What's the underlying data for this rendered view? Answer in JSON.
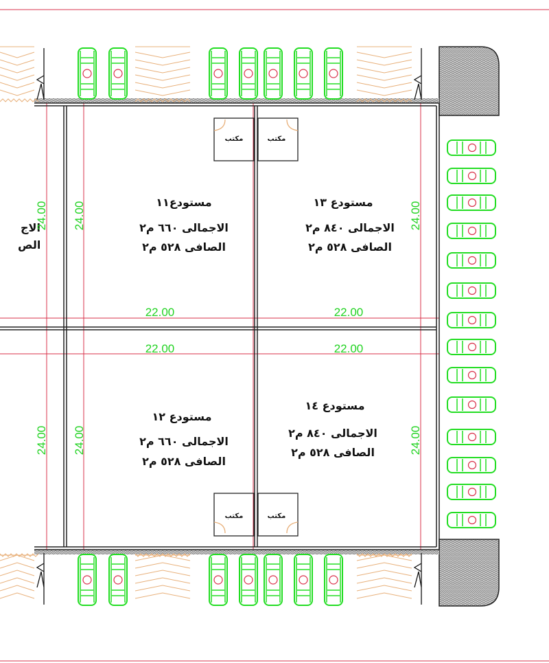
{
  "colors": {
    "wall": "#222222",
    "grid_line": "#d9304a",
    "dimension": "#22d322",
    "car": "#22dd22",
    "ramp": "#e8b07a",
    "hatch": "#9a9a9a"
  },
  "warehouses": [
    {
      "name": "مستودع١١",
      "gross": "الاجمالى  ٦٦٠ م٢",
      "net": "الصافى  ٥٢٨ م٢"
    },
    {
      "name": "مستودع ١٣",
      "gross": "الاجمالى ٨٤٠ م٢",
      "net": "الصافى  ٥٢٨ م٢"
    },
    {
      "name": "مستودع ١٢",
      "gross": "الاجمالى  ٦٦٠ م٢",
      "net": "الصافى  ٥٢٨ م٢"
    },
    {
      "name": "مستودع ١٤",
      "gross": "الاجمالى ٨٤٠  م٢",
      "net": "الصافى  ٥٢٨  م٢"
    }
  ],
  "partial_left": {
    "gross": "الاج",
    "net": "الص"
  },
  "offices": [
    "مكتب",
    "مكتب",
    "مكتب",
    "مكتب"
  ],
  "dimensions": {
    "depth": "24.00",
    "width": "22.00"
  },
  "icons": {
    "car": "car-icon",
    "ramp": "ramp-hatch",
    "entrance": "entrance-arrow-icon"
  }
}
